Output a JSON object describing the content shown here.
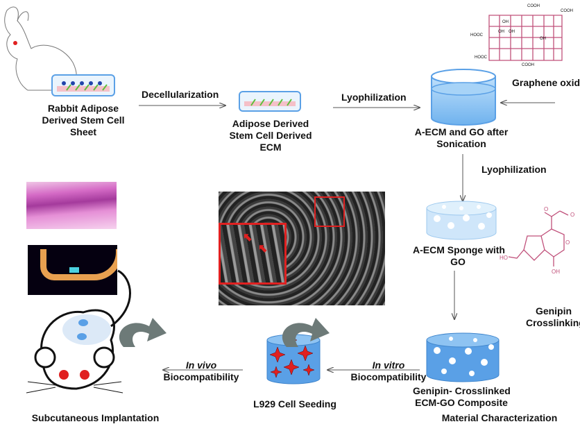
{
  "steps": {
    "rabbit_sheet": [
      "Rabbit Adipose",
      "Derived Stem Cell",
      "Sheet"
    ],
    "decellularization": "Decellularization",
    "ecm": [
      "Adipose Derived",
      "Stem Cell Derived",
      "ECM"
    ],
    "lyophilization_1": "Lyophilization",
    "sonication": [
      "A-ECM and  GO after",
      "Sonication"
    ],
    "graphene_oxide": "Graphene oxide",
    "lyophilization_2": "Lyophilization",
    "sponge": [
      "A-ECM Sponge with",
      "GO"
    ],
    "genipin": [
      "Genipin",
      "Crosslinking"
    ],
    "composite": [
      "Genipin- Crosslinked",
      "ECM-GO Composite"
    ],
    "in_vitro": [
      "In vitro",
      "Biocompatibility"
    ],
    "l929": "L929 Cell Seeding",
    "in_vivo": [
      "In vivo",
      "Biocompatibility"
    ],
    "implantation": "Subcutaneous Implantation",
    "characterization": "Material Characterization"
  },
  "go_groups": [
    "COOH",
    "COOH",
    "HOOC",
    "HOOC",
    "COOH",
    "OH",
    "OH",
    "OH",
    "OH"
  ],
  "genipin_groups": [
    "O",
    "O",
    "O",
    "OH",
    "HO"
  ],
  "colors": {
    "blue": "#5aa0e6",
    "red": "#e02020",
    "arrow": "#555555",
    "go": "#c0507a"
  }
}
